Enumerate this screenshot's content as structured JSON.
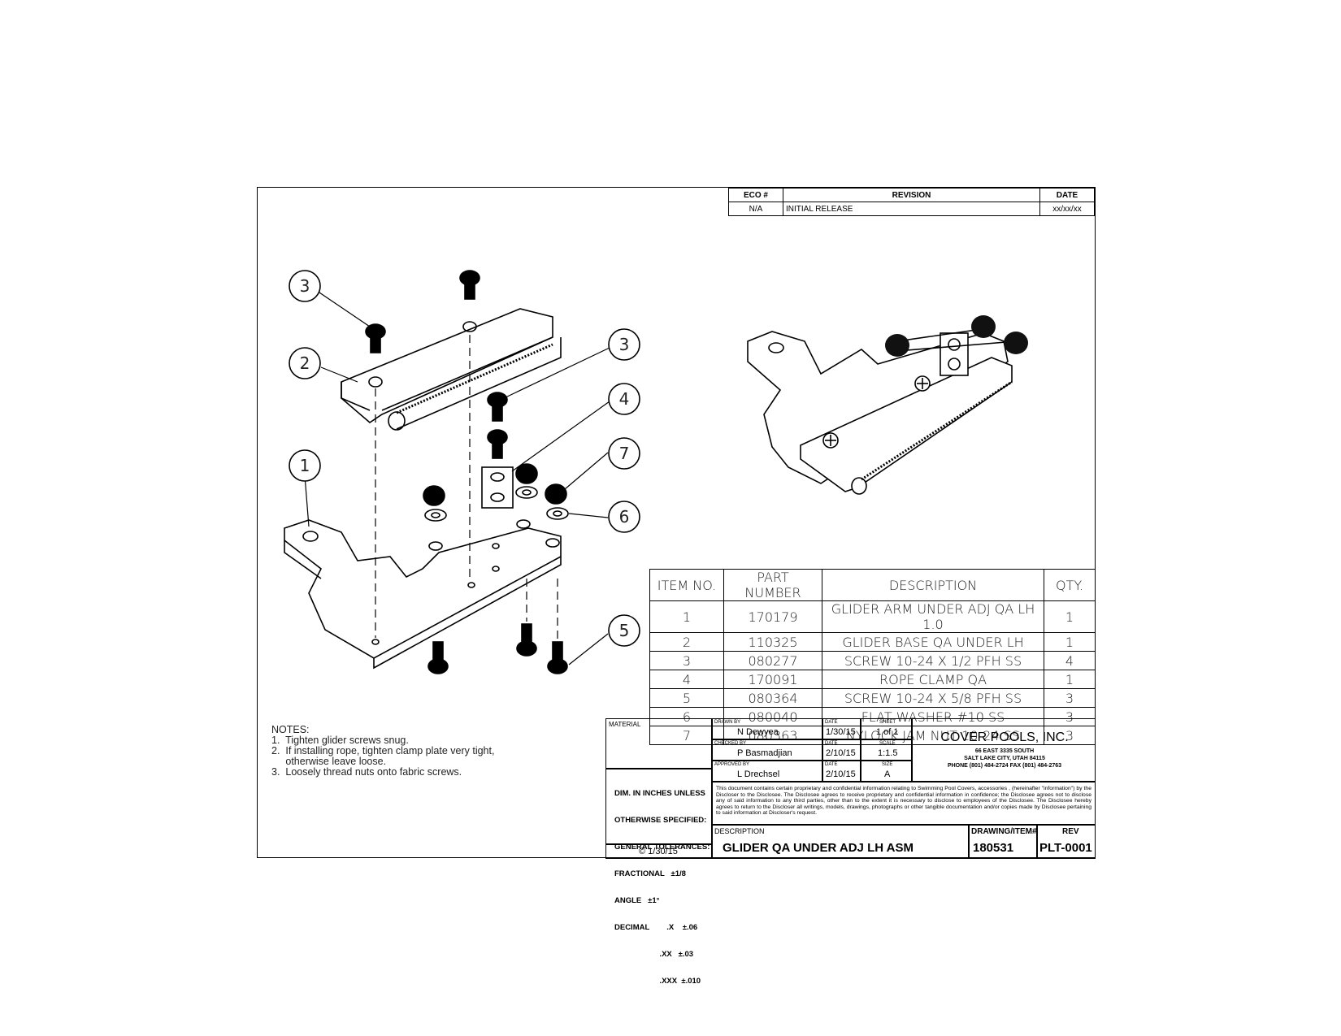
{
  "revision_block": {
    "headers": [
      "ECO #",
      "REVISION",
      "DATE"
    ],
    "rows": [
      [
        "N/A",
        "INITIAL RELEASE",
        "xx/xx/xx"
      ]
    ]
  },
  "balloons": [
    "1",
    "2",
    "3",
    "3",
    "4",
    "5",
    "6",
    "7"
  ],
  "bom": {
    "headers": [
      "ITEM NO.",
      "PART NUMBER",
      "DESCRIPTION",
      "QTY."
    ],
    "rows": [
      [
        "1",
        "170179",
        "GLIDER ARM UNDER ADJ QA LH 1.0",
        "1"
      ],
      [
        "2",
        "110325",
        "GLIDER BASE QA UNDER LH",
        "1"
      ],
      [
        "3",
        "080277",
        "SCREW 10-24 X 1/2 PFH SS",
        "4"
      ],
      [
        "4",
        "170091",
        "ROPE CLAMP QA",
        "1"
      ],
      [
        "5",
        "080364",
        "SCREW 10-24 X 5/8 PFH SS",
        "3"
      ],
      [
        "6",
        "080040",
        "FLAT WASHER #10 SS",
        "3"
      ],
      [
        "7",
        "080363",
        "NYLOCK JAM NUT 10-24 SS",
        "3"
      ]
    ]
  },
  "notes": {
    "title": "NOTES:",
    "items": [
      "1.  Tighten glider screws snug.",
      "2.  If installing rope, tighten clamp plate very tight,",
      "     otherwise leave loose.",
      "3.  Loosely thread nuts onto fabric screws."
    ]
  },
  "title_block": {
    "material_label": "MATERIAL",
    "drawn_by_label": "DRAWN BY",
    "drawn_by": "N Dewyea",
    "checked_by_label": "CHECKED BY",
    "checked_by": "P Basmadjian",
    "approved_by_label": "APPROVED BY",
    "approved_by": "L Drechsel",
    "date_label": "DATE",
    "drawn_date": "1/30/15",
    "checked_date": "2/10/15",
    "approved_date": "2/10/15",
    "sheet_label": "SHEET",
    "sheet": "1 of 1",
    "scale_label": "SCALE",
    "scale": "1:1.5",
    "size_label": "SIZE",
    "size": "A",
    "company": "COVER POOLS, INC.",
    "address1": "66 EAST 3335 SOUTH",
    "address2": "SALT LAKE CITY, UTAH 84115",
    "phone": "PHONE (801) 484-2724  FAX (801) 484-2763",
    "tolerances": [
      "DIM. IN INCHES UNLESS",
      "OTHERWISE SPECIFIED:",
      "GENERAL TOLERANCES:",
      "FRACTIONAL   ±1/8",
      "ANGLE   ±1°",
      "DECIMAL        .X    ±.06",
      "                     .XX   ±.03",
      "                     .XXX  ±.010"
    ],
    "copyright": "1/30/15",
    "confidential": "This document contains certain proprietary and confidential information relating to Swimming Pool Covers, accessories , (hereinafter \"information\") by the Discloser to the Disclosee. The Disclosee agrees to receive proprietary and confidential information in confidence; the Disclosee agrees not to disclose any of said information to any third parties, other than to the extent it is necessary to disclose to employees of the Disclosee. The Disclosee hereby agrees to return to the Discloser all writings, models, drawings, photographs or other tangible documentation and/or copies made by Disclosee pertaining to said information at Discloser's request.",
    "description_label": "DESCRIPTION",
    "description": "GLIDER QA UNDER ADJ LH ASM",
    "drawing_label": "DRAWING/ITEM#",
    "drawing": "180531",
    "rev_label": "REV",
    "rev": "PLT-0001"
  }
}
